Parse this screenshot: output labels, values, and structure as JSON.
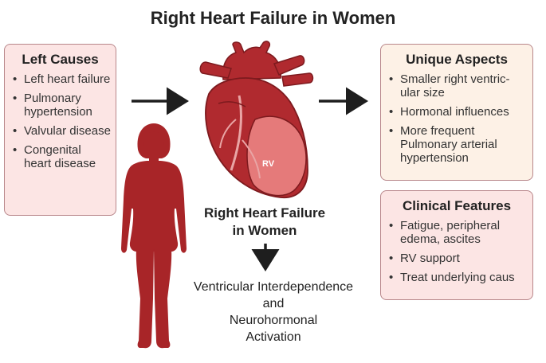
{
  "title": "Right Heart Failure in Women",
  "left_causes": {
    "heading": "Left Causes",
    "items": [
      "Left heart failure",
      "Pulmonary hypertension",
      "Valvular disease",
      "Congenital heart disease"
    ]
  },
  "unique_aspects": {
    "heading": "Unique Aspects",
    "items": [
      "Smaller right ventric-ular size",
      "Hormonal influences",
      "More frequent Pulmonary arterial hypertension"
    ]
  },
  "clinical_features": {
    "heading": "Clinical Features",
    "items": [
      "Fatigue, peripheral edema, ascites",
      "RV support",
      "Treat underlying caus"
    ]
  },
  "heart": {
    "label": "RV"
  },
  "center": {
    "line1": "Right Heart Failure",
    "line2": "in Women"
  },
  "mechanism": {
    "line1": "Ventricular Interdependence",
    "line2": "and",
    "line3": "Neurohormonal",
    "line4": "Activation"
  },
  "colors": {
    "heart_red": "#b02a2f",
    "heart_dark": "#7d1a1e",
    "rv_pink": "#e57a7a",
    "silhouette": "#a82528",
    "pink_box": "#fce5e4",
    "cream_box": "#fdf1e6"
  },
  "icons": [
    "heart-illustration",
    "woman-silhouette",
    "arrow-right-icon",
    "arrow-down-icon"
  ]
}
